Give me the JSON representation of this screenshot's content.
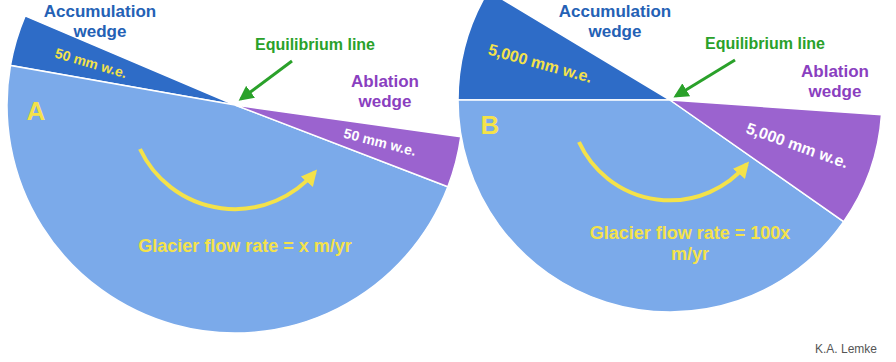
{
  "diagram": {
    "nodes": [
      {
        "text": [
          "Accumulation wedge",
          "50 mm w.e."
        ]
      },
      {
        "text": [
          "A",
          "Glacier flow rate = x m/yr"
        ]
      },
      {
        "text": [
          "Ablation wedge",
          "50 mm w.e."
        ]
      },
      {
        "text": [
          "Accumulation wedge",
          "5,000 mm w.e."
        ]
      },
      {
        "text": [
          "B",
          "Glacier flow rate = 100x m/yr"
        ]
      },
      {
        "text": [
          "Ablation wedge",
          "5,000 mm w.e."
        ]
      }
    ],
    "labels": [
      "Equilibrium line",
      "Equilibrium line",
      "K.A. Lemke"
    ]
  }
}
